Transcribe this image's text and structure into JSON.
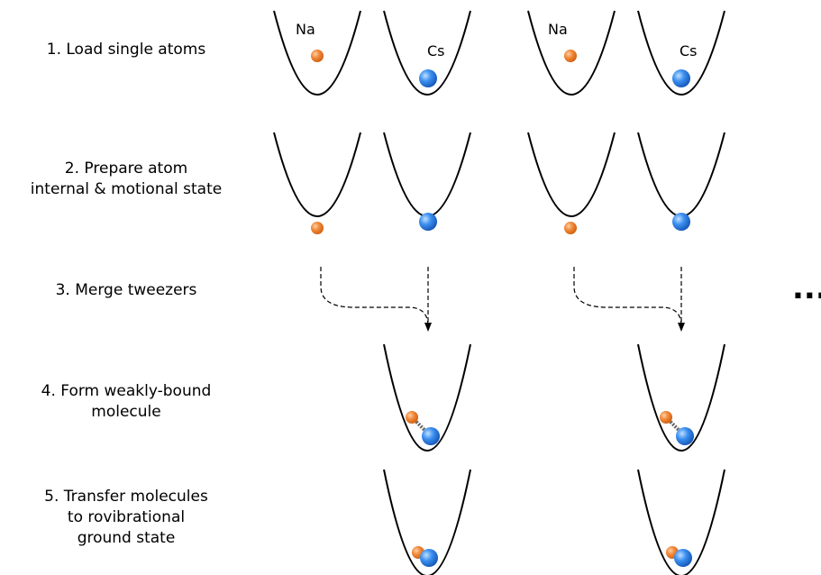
{
  "steps": [
    "1. Load single atoms",
    "2. Prepare atom\ninternal & motional state",
    "3. Merge tweezers",
    "4. Form weakly-bound\nmolecule",
    "5. Transfer molecules\nto rovibrational\nground state"
  ],
  "atoms": {
    "na": "Na",
    "cs": "Cs"
  },
  "ellipsis": "...",
  "colors": {
    "na": "#f07f2a",
    "cs": "#2f7be0",
    "stroke": "#000000"
  }
}
